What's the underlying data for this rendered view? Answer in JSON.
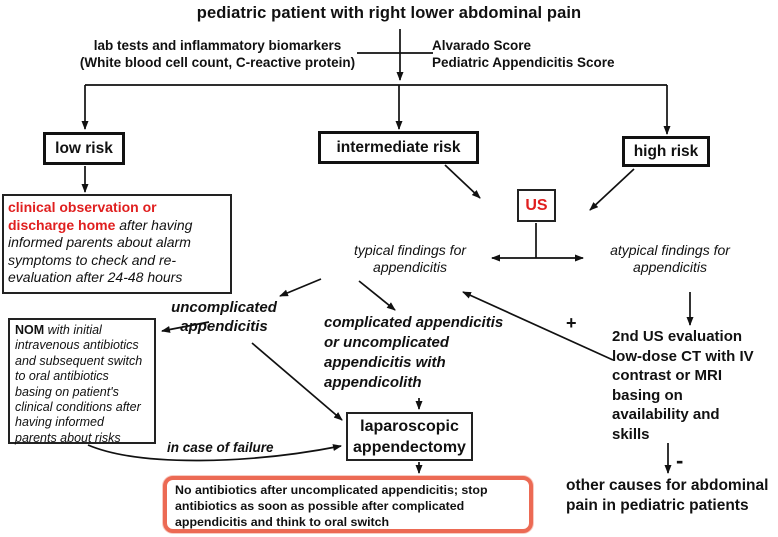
{
  "palette": {
    "ink": "#111111",
    "red_text": "#e01f1f",
    "red_border": "#ec6a54"
  },
  "title": "pediatric patient with right lower abdominal pain",
  "top": {
    "left_line1": "lab tests and inflammatory biomarkers",
    "left_line2": "(White blood cell count, C-reactive protein)",
    "right_line1": "Alvarado Score",
    "right_line2": "Pediatric Appendicitis Score"
  },
  "risk": {
    "low": "low risk",
    "intermediate": "intermediate risk",
    "high": "high risk"
  },
  "clinical_box": {
    "highlight": "clinical observation or discharge home",
    "rest": " after having informed parents about alarm symptoms to check and re-evaluation after 24-48 hours"
  },
  "us_label": "US",
  "findings": {
    "typical": "typical findings for appendicitis",
    "atypical": "atypical findings for appendicitis"
  },
  "uncomplicated": "uncomplicated appendicitis",
  "complicated": "complicated appendicitis or uncomplicated appendicitis with appendicolith",
  "nom_box": {
    "lead": "NOM",
    "rest": " with initial intravenous antibiotics and subsequent switch to oral antibiotics basing on patient's clinical conditions after having informed parents about risks"
  },
  "laparoscopic": "laparoscopic appendectomy",
  "failure_label": "in case of failure",
  "plus_sign": "+",
  "minus_sign": "-",
  "second_us": "2nd US evaluation low-dose CT with IV contrast or MRI basing on availability and skills",
  "antibiotics_box": "No antibiotics after uncomplicated appendicitis; stop antibiotics as soon as possible after complicated appendicitis and think to oral switch",
  "other_causes": "other causes for abdominal pain in pediatric patients"
}
